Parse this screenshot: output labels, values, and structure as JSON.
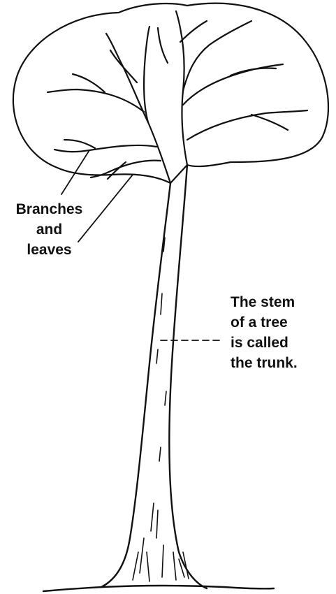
{
  "labels": {
    "branches": [
      "Branches",
      "and",
      "leaves"
    ],
    "trunk": [
      "The stem",
      "of a tree",
      "is called",
      "the trunk."
    ]
  },
  "colors": {
    "ink": "#111111",
    "background": "#ffffff"
  }
}
